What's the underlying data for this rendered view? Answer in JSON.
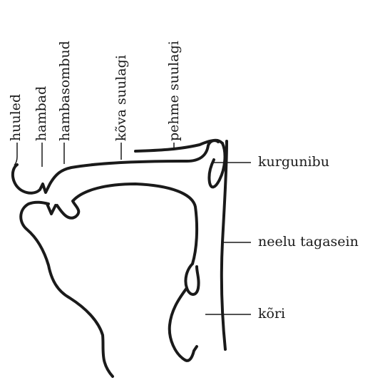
{
  "diagram": {
    "labels": {
      "huuled": "huuled",
      "hambad": "hambad",
      "hambasombud": "hambasombud",
      "kova_suulagi": "kõva suulagi",
      "pehme_suulagi": "pehme suulagi",
      "kurgunibu": "kurgunibu",
      "neelu_tagasein": "neelu tagasein",
      "kori": "kõri"
    }
  }
}
